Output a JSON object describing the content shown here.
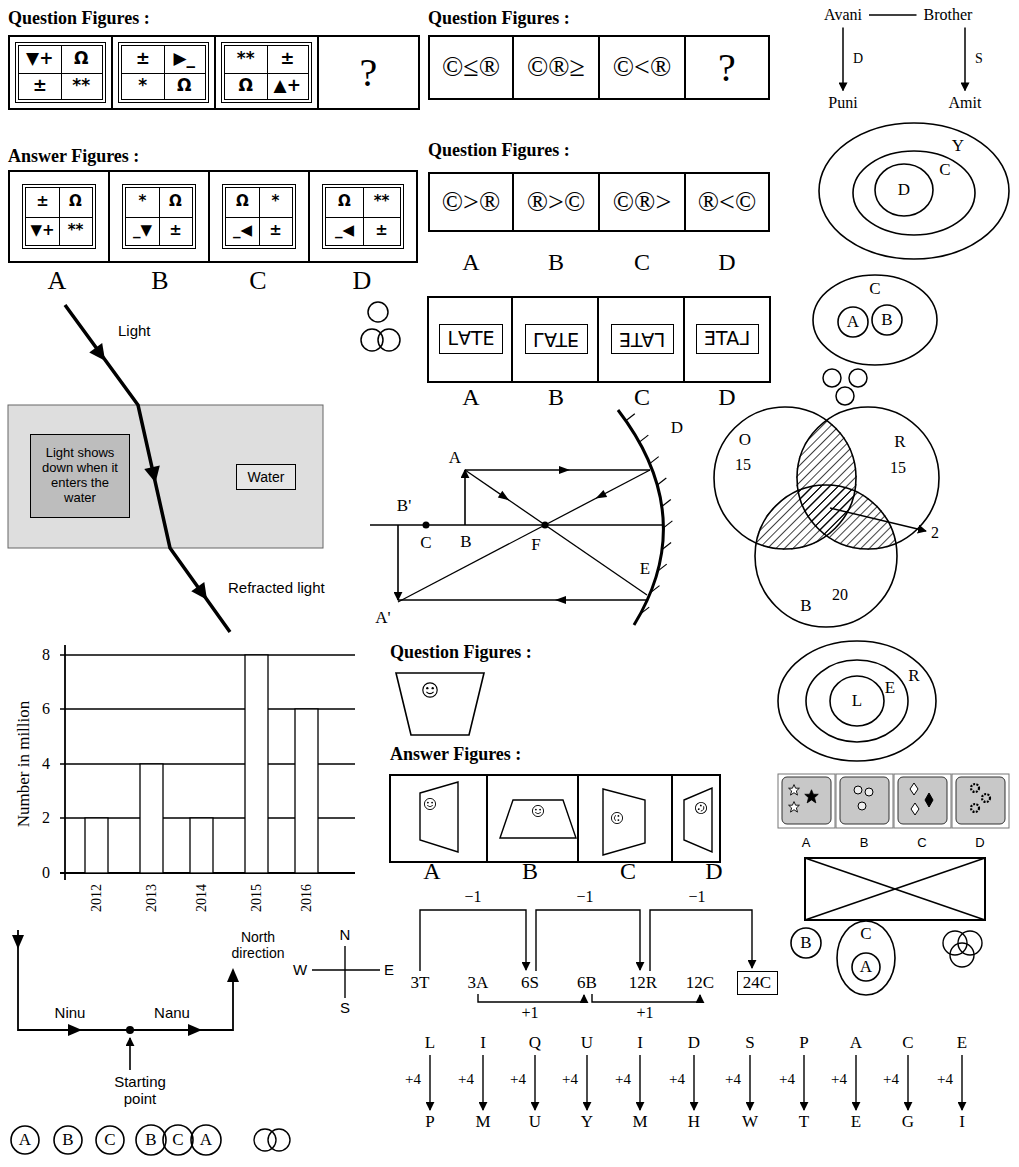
{
  "diagram": {
    "nodes": [
      {
        "text": [
          "▼+",
          "Ω",
          "±",
          "**"
        ]
      },
      {
        "text": [
          "±",
          "▶_",
          "*",
          "Ω"
        ]
      },
      {
        "text": [
          "**",
          "±",
          "Ω",
          "▲+"
        ]
      },
      {
        "text": [
          "?"
        ]
      },
      {
        "text": [
          "©≤®"
        ]
      },
      {
        "text": [
          "©®≥"
        ]
      },
      {
        "text": [
          "©<®"
        ]
      },
      {
        "text": [
          "?"
        ]
      },
      {
        "text": [
          "Avani"
        ]
      },
      {
        "text": [
          "Brother"
        ]
      },
      {
        "text": [
          "Puni"
        ]
      },
      {
        "text": [
          "Amit"
        ]
      },
      {
        "text": [
          "±",
          "Ω",
          "▼+",
          "**"
        ]
      },
      {
        "text": [
          "*",
          "Ω",
          "_▼",
          "±"
        ]
      },
      {
        "text": [
          "Ω",
          "*",
          "_◀",
          "±"
        ]
      },
      {
        "text": [
          "Ω",
          "**",
          "_◀",
          "±"
        ]
      },
      {
        "text": [
          "©>®"
        ]
      },
      {
        "text": [
          "®>©"
        ]
      },
      {
        "text": [
          "©®>"
        ]
      },
      {
        "text": [
          "®<©"
        ]
      },
      {
        "text": [
          "Y"
        ]
      },
      {
        "text": [
          "C"
        ],
        "in": 20
      },
      {
        "text": [
          "D"
        ],
        "in": 21
      },
      {
        "text": [
          "C"
        ]
      },
      {
        "text": [
          "A"
        ],
        "in": 23
      },
      {
        "text": [
          "B"
        ],
        "in": 23
      },
      {
        "text": [
          "L∀TE"
        ]
      },
      {
        "text": [
          "LATE"
        ]
      },
      {
        "text": [
          "LATE"
        ]
      },
      {
        "text": [
          "LATE"
        ]
      },
      {
        "text": [
          "Light shows down when it enters the water"
        ]
      },
      {
        "text": [
          "Water"
        ]
      },
      {
        "text": [
          "O",
          "15"
        ]
      },
      {
        "text": [
          "R",
          "15"
        ]
      },
      {
        "text": [
          "B",
          "20"
        ]
      },
      {
        "text": [
          "R"
        ]
      },
      {
        "text": [
          "E"
        ],
        "in": 35
      },
      {
        "text": [
          "L"
        ],
        "in": 36
      },
      {
        "text": [
          "B"
        ]
      },
      {
        "text": [
          "C"
        ]
      },
      {
        "text": [
          "A"
        ],
        "in": 39
      },
      {
        "text": [
          "24C"
        ]
      },
      {
        "text": [
          "A"
        ]
      },
      {
        "text": [
          "B"
        ]
      },
      {
        "text": [
          "C"
        ]
      },
      {
        "text": [
          "B"
        ]
      },
      {
        "text": [
          "C"
        ]
      },
      {
        "text": [
          "A"
        ]
      }
    ],
    "edges": [
      {
        "from": 8,
        "to": 9,
        "arrow": "none"
      },
      {
        "from": 8,
        "to": 10,
        "label": "D",
        "arrow": "to"
      },
      {
        "from": 9,
        "to": 11,
        "label": "S",
        "arrow": "to"
      }
    ],
    "labels": [
      "Question Figures :",
      "Answer Figures :",
      "A",
      "B",
      "C",
      "D",
      "Question Figures :",
      "Question Figures :",
      "A",
      "B",
      "C",
      "D",
      "A",
      "B",
      "C",
      "D",
      "Light",
      "Refracted light",
      "A",
      "B",
      "C",
      "F",
      "B'",
      "A'",
      "D",
      "E",
      "2",
      "8",
      "6",
      "4",
      "2",
      "0",
      "Number in million",
      "2012",
      "2013",
      "2014",
      "2015",
      "2016",
      "Question Figures :",
      "Answer Figures :",
      "A",
      "B",
      "C",
      "D",
      "A",
      "B",
      "C",
      "D",
      "North direction",
      "Ninu",
      "Nanu",
      "Starting point",
      "N",
      "W",
      "E",
      "S",
      "−1",
      "−1",
      "−1",
      "3T",
      "3A",
      "6S",
      "6B",
      "12R",
      "12C",
      "+1",
      "+1",
      "L",
      "I",
      "Q",
      "U",
      "I",
      "D",
      "+4",
      "+4",
      "+4",
      "+4",
      "+4",
      "+4",
      "P",
      "M",
      "U",
      "Y",
      "M",
      "H",
      "S",
      "P",
      "A",
      "C",
      "E",
      "+4",
      "+4",
      "+4",
      "+4",
      "+4",
      "W",
      "T",
      "E",
      "G",
      "I"
    ]
  }
}
